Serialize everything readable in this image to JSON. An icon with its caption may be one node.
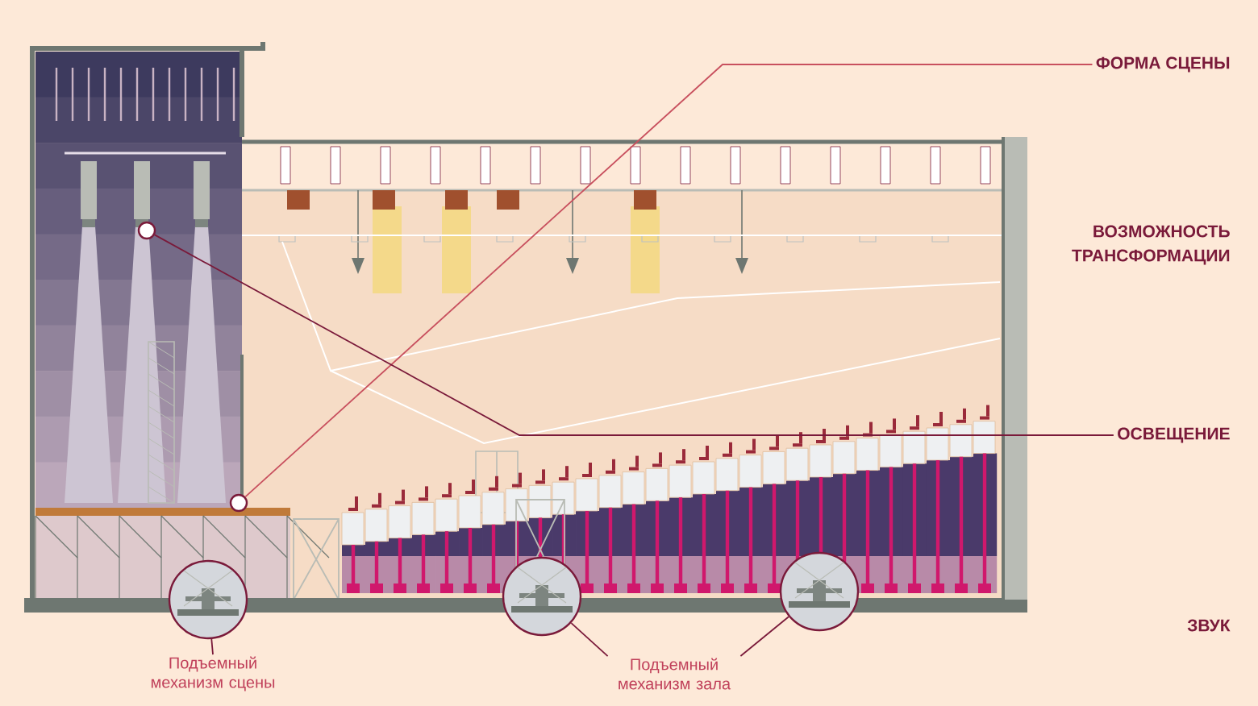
{
  "diagram": {
    "nodes": [
      {
        "text": [
          "ФОРМА СЦЕНЫ"
        ]
      },
      {
        "text": [],
        "shape": "circle"
      },
      {
        "text": [
          "ОСВЕЩЕНИЕ"
        ]
      },
      {
        "text": [],
        "shape": "circle"
      },
      {
        "text": [
          "Подъемный механизм сцены"
        ]
      },
      {
        "text": [],
        "shape": "picture"
      },
      {
        "text": [
          "Подъемный механизм зала"
        ]
      },
      {
        "text": [],
        "shape": "picture"
      },
      {
        "text": [],
        "shape": "picture"
      }
    ],
    "edges": [
      {
        "from": 0,
        "to": 1,
        "arrow": "none",
        "color": "#c8505e"
      },
      {
        "from": 2,
        "to": 3,
        "arrow": "none"
      },
      {
        "from": 4,
        "to": 5,
        "arrow": "none"
      },
      {
        "from": 6,
        "to": 7,
        "arrow": "none"
      },
      {
        "from": 6,
        "to": 8,
        "arrow": "none"
      }
    ],
    "labels": [
      "ВОЗМОЖНОСТЬ ТРАНСФОРМАЦИИ",
      "ЗВУК"
    ]
  }
}
